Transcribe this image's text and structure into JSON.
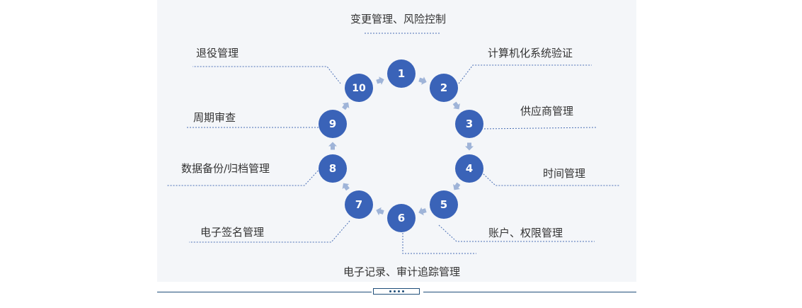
{
  "diagram": {
    "nodes": [
      {
        "number": "1",
        "label": "变更管理、风险控制"
      },
      {
        "number": "2",
        "label": "计算机化系统验证"
      },
      {
        "number": "3",
        "label": "供应商管理"
      },
      {
        "number": "4",
        "label": "时间管理"
      },
      {
        "number": "5",
        "label": "账户、权限管理"
      },
      {
        "number": "6",
        "label": "电子记录、审计追踪管理"
      },
      {
        "number": "7",
        "label": "电子签名管理"
      },
      {
        "number": "8",
        "label": "数据备份/归档管理"
      },
      {
        "number": "9",
        "label": "周期审查"
      },
      {
        "number": "10",
        "label": "退役管理"
      }
    ]
  },
  "colors": {
    "node_fill": "#3a63b8",
    "arrow": "#9fb4d8",
    "leader_line": "#4a6fb5",
    "panel_bg": "#f4f6f9",
    "footer": "#1f4e79"
  }
}
